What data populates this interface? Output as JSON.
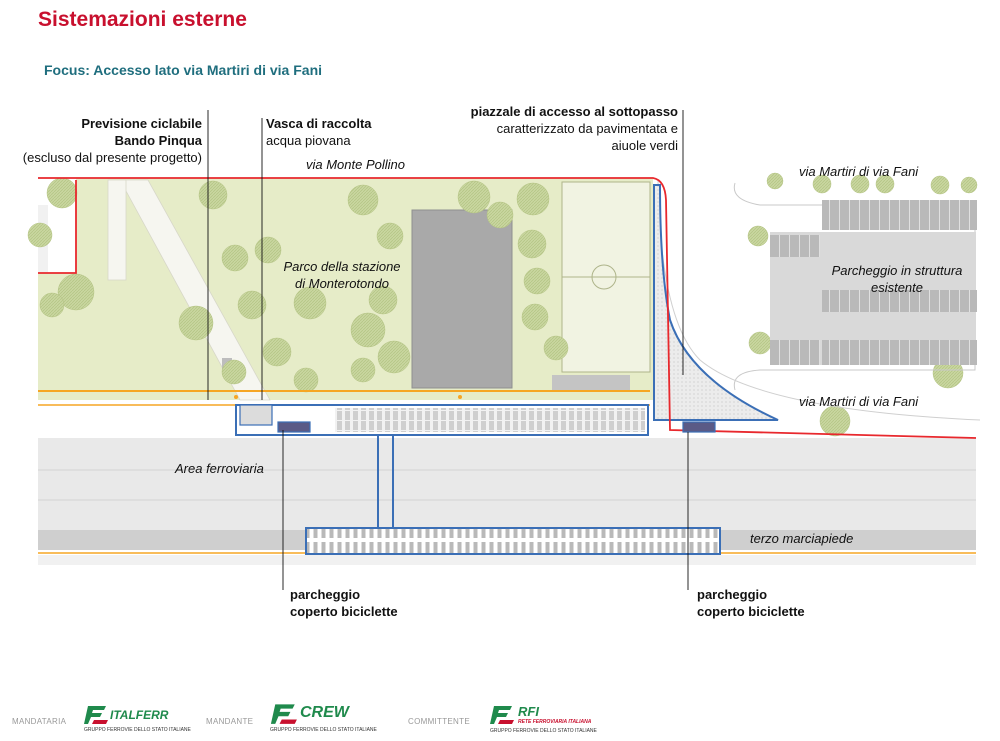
{
  "header": {
    "title": "Sistemazioni esterne",
    "subtitle": "Focus: Accesso lato via Martiri di via Fani"
  },
  "callouts": {
    "cycle_path": {
      "line1": "Previsione ciclabile",
      "line2": "Bando Pinqua",
      "line3": "(escluso dal presente progetto)"
    },
    "rain_tank": {
      "line1": "Vasca di raccolta",
      "line2": "acqua piovana"
    },
    "underpass_square": {
      "line1": "piazzale di accesso al sottopasso",
      "line2": "caratterizzato da pavimentata e",
      "line3": "aiuole verdi"
    },
    "bike_parking_left": {
      "line1": "parcheggio",
      "line2": "coperto biciclette"
    },
    "bike_parking_right": {
      "line1": "parcheggio",
      "line2": "coperto biciclette"
    }
  },
  "map_labels": {
    "via_monte_pollino": "via Monte Pollino",
    "park": "Parco della stazione di Monterotondo",
    "park_line1": "Parco della stazione",
    "park_line2": "di Monterotondo",
    "via_fani_top": "via Martiri di via Fani",
    "via_fani_bottom": "via Martiri di via Fani",
    "parking_line1": "Parcheggio in struttura",
    "parking_line2": "esistente",
    "rail_area": "Area ferroviaria",
    "third_platform": "terzo marciapiede"
  },
  "footer": {
    "mandataria_label": "MANDATARIA",
    "mandante_label": "MANDANTE",
    "committente_label": "COMMITTENTE",
    "italferr_name": "ITALFERR",
    "italferr_sub": "GRUPPO FERROVIE DELLO STATO ITALIANE",
    "crew_name": "CREW",
    "crew_sub": "GRUPPO FERROVIE DELLO STATO ITALIANE",
    "rfi_name": "RFI",
    "rfi_sub1": "RETE FERROVIARIA ITALIANA",
    "rfi_sub2": "GRUPPO FERROVIE DELLO STATO ITALIANE"
  },
  "colors": {
    "title": "#c8102e",
    "subtitle": "#1f6e7e",
    "park_green": "#e6ecc8",
    "tree": "#c9d6a0",
    "boundary_red": "#e8282d",
    "project_blue": "#3b6fb6",
    "cycle_orange": "#f6a623",
    "rail_grey": "#e4e4e4",
    "building_grey": "#a9a9a9",
    "logo_green": "#1f8a4c"
  }
}
